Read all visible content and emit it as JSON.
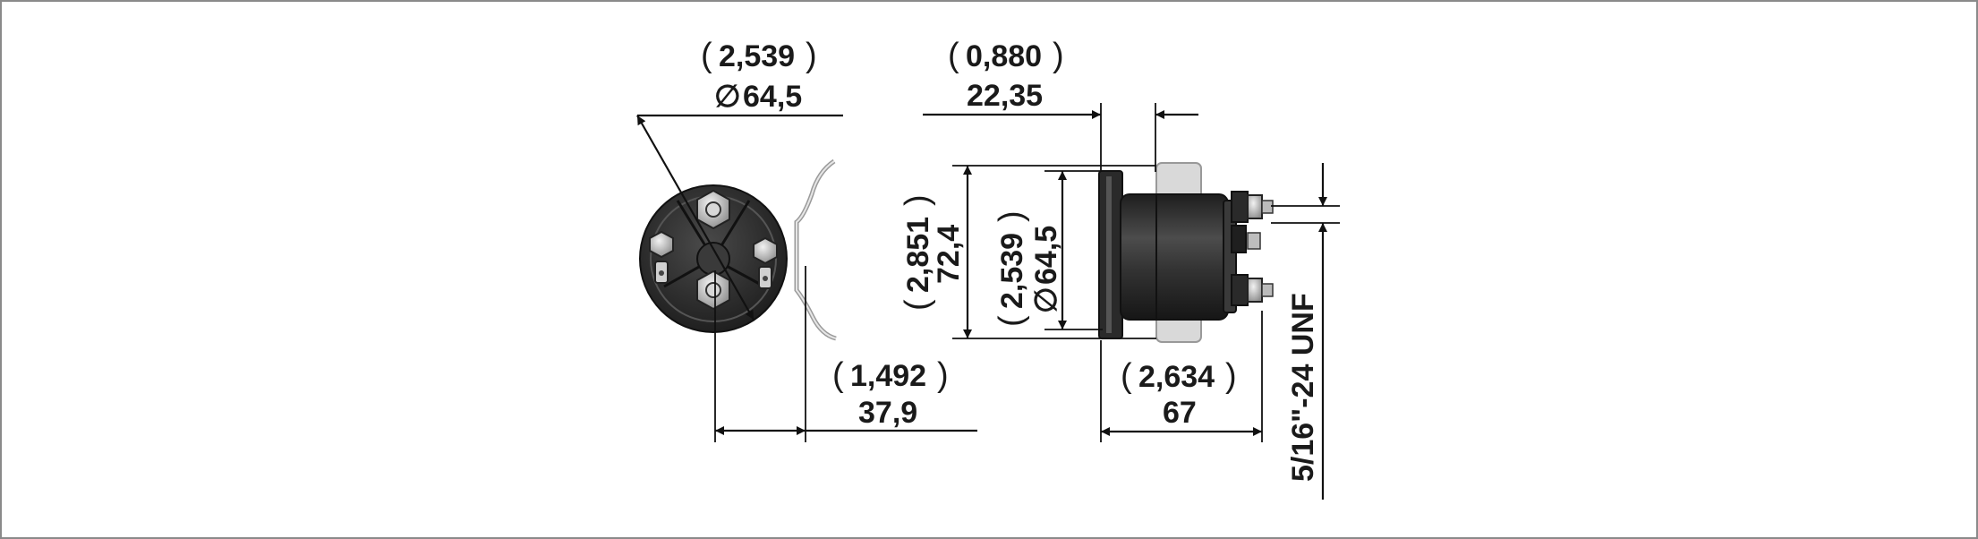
{
  "dimensions": {
    "front_diameter": {
      "inch": "2,539",
      "mm": "64,5"
    },
    "terminal_offset": {
      "inch": "1,492",
      "mm": "37,9"
    },
    "flange_thickness": {
      "inch": "0,880",
      "mm": "22,35"
    },
    "height": {
      "inch": "2,851",
      "mm": "72,4"
    },
    "side_diameter": {
      "inch": "2,539",
      "mm": "64,5"
    },
    "length": {
      "inch": "2,634",
      "mm": "67"
    },
    "thread": "5/16\"-24 UNF"
  },
  "symbols": {
    "diameter": "∅"
  },
  "colors": {
    "body": "#2b2b2b",
    "metal": "#c9c9c9",
    "line": "#111111",
    "frame": "#8a8a8a"
  }
}
